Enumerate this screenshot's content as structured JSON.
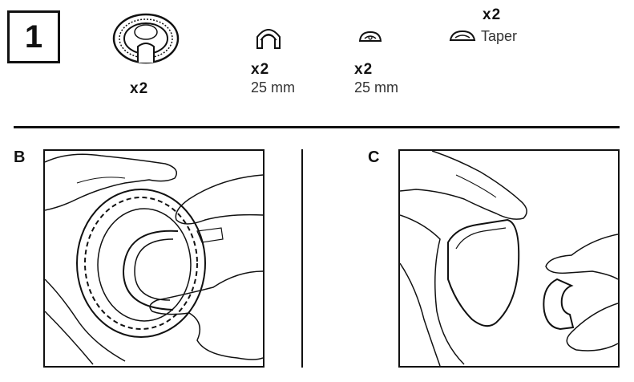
{
  "step": {
    "number": "1"
  },
  "parts": [
    {
      "icon": "bearing-ring-icon",
      "quantity": "x2",
      "size": ""
    },
    {
      "icon": "c-clip-icon",
      "quantity": "x2",
      "size": "25 mm"
    },
    {
      "icon": "spacer-clip-icon",
      "quantity": "x2",
      "size": "25 mm"
    },
    {
      "icon": "taper-clip-icon",
      "quantity": "x2",
      "size": "Taper"
    }
  ],
  "panels": [
    {
      "label": "B",
      "illustration": "hands-fitting-clip-into-bearing-icon"
    },
    {
      "label": "C",
      "illustration": "hands-holding-brake-pad-and-clip-icon"
    }
  ]
}
